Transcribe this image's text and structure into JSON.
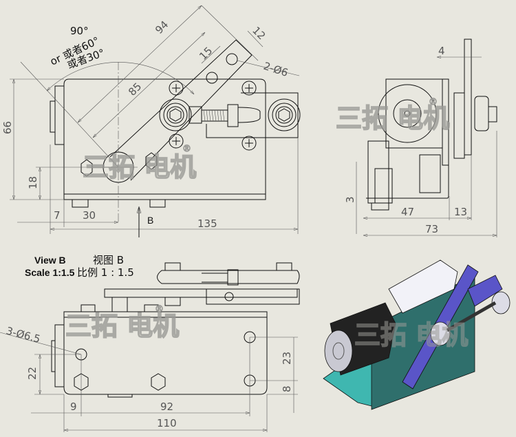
{
  "watermark": {
    "brand": "三拓 电机",
    "registered": "®"
  },
  "front_view": {
    "angle_label_1": "90°",
    "angle_label_2": "or 或者60°",
    "angle_label_3": "或者30°",
    "dims": {
      "d94": "94",
      "d85": "85",
      "d15": "15",
      "d12": "12",
      "holes": "2-Ø6",
      "d66": "66",
      "d18": "18",
      "d7": "7",
      "d30": "30",
      "d135": "135"
    },
    "view_arrow_label": "B"
  },
  "side_view": {
    "dims": {
      "d4": "4",
      "d3": "3",
      "d47": "47",
      "d13": "13",
      "d73": "73"
    }
  },
  "view_b": {
    "title_en": "View B",
    "title_cn": "视图 B",
    "scale_en": "Scale 1:1.5",
    "scale_cn": "比例 1 : 1.5",
    "dims": {
      "holes": "3-Ø6.5",
      "d22": "22",
      "d9": "9",
      "d92": "92",
      "d110": "110",
      "d23": "23",
      "d8": "8"
    }
  },
  "colors": {
    "background": "#e8e7df",
    "plate": "#2f7d7a",
    "arm": "#5a55c8",
    "motor": "#222222"
  }
}
